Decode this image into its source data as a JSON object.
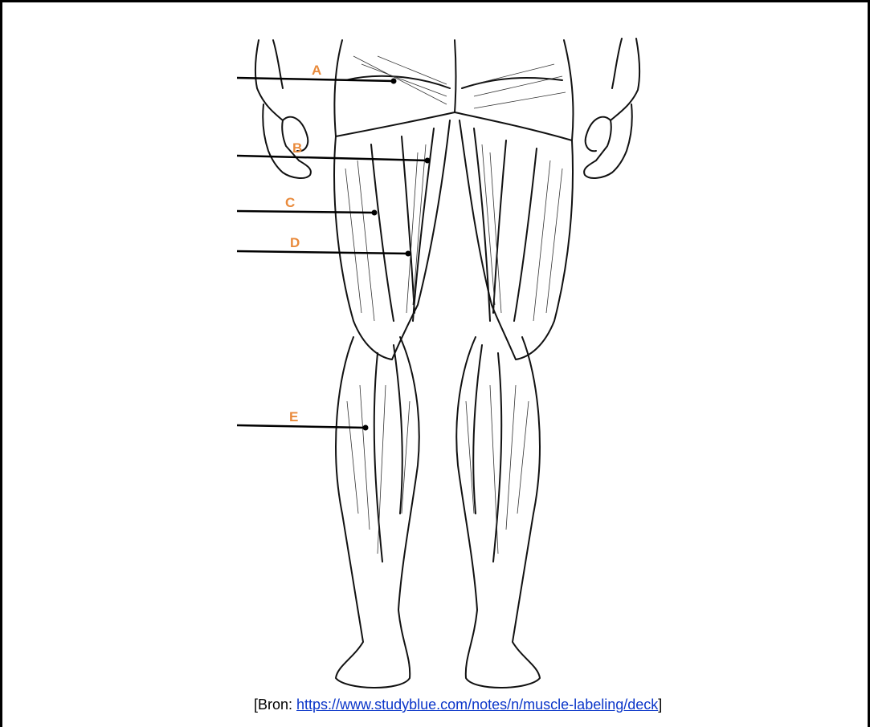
{
  "labels": [
    {
      "letter": "A"
    },
    {
      "letter": "B"
    },
    {
      "letter": "C"
    },
    {
      "letter": "D"
    },
    {
      "letter": "E"
    }
  ],
  "colors": {
    "label": "#e98a3b",
    "line": "#000000",
    "link": "#0b36c9"
  },
  "source": {
    "prefix": "[Bron: ",
    "link": "https://www.studyblue.com/notes/n/muscle-labeling/deck",
    "suffix": "]"
  },
  "illustration": "posterior-leg-muscles"
}
